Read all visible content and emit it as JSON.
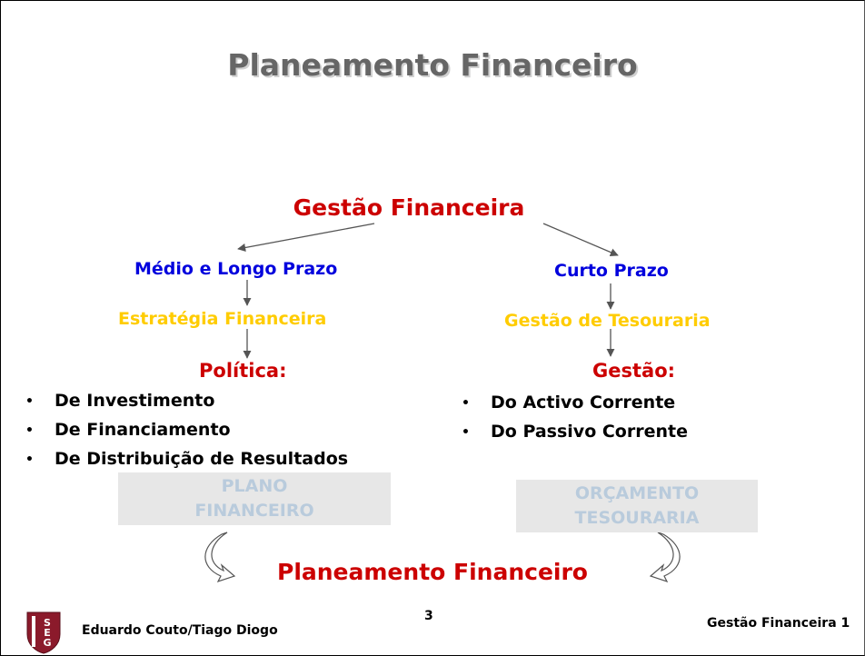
{
  "slide": {
    "title": "Planeamento Financeiro",
    "root": "Gestão Financeira",
    "left": {
      "horizon": "Médio e Longo Prazo",
      "area": "Estratégia Financeira",
      "heading": "Política:",
      "items": [
        "De Investimento",
        "De Financiamento",
        "De Distribuição de Resultados"
      ],
      "box_lines": [
        "PLANO",
        "FINANCEIRO"
      ]
    },
    "right": {
      "horizon": "Curto Prazo",
      "area": "Gestão de Tesouraria",
      "heading": "Gestão:",
      "items": [
        "Do Activo Corrente",
        "Do Passivo Corrente"
      ],
      "box_lines": [
        "ORÇAMENTO",
        "TESOURARIA"
      ]
    },
    "bottom_label": "Planeamento Financeiro"
  },
  "footer": {
    "logo_letters": "ISEG",
    "authors": "Eduardo Couto/Tiago Diogo",
    "page_number": "3",
    "course": "Gestão Financeira 1"
  },
  "colors": {
    "title_gray": "#666666",
    "red": "#cc0000",
    "blue": "#0000dd",
    "yellow": "#ffcc00",
    "box_fill": "#e7e7e7",
    "box_text": "#b9cbdc",
    "logo_red": "#8b1a2b"
  }
}
